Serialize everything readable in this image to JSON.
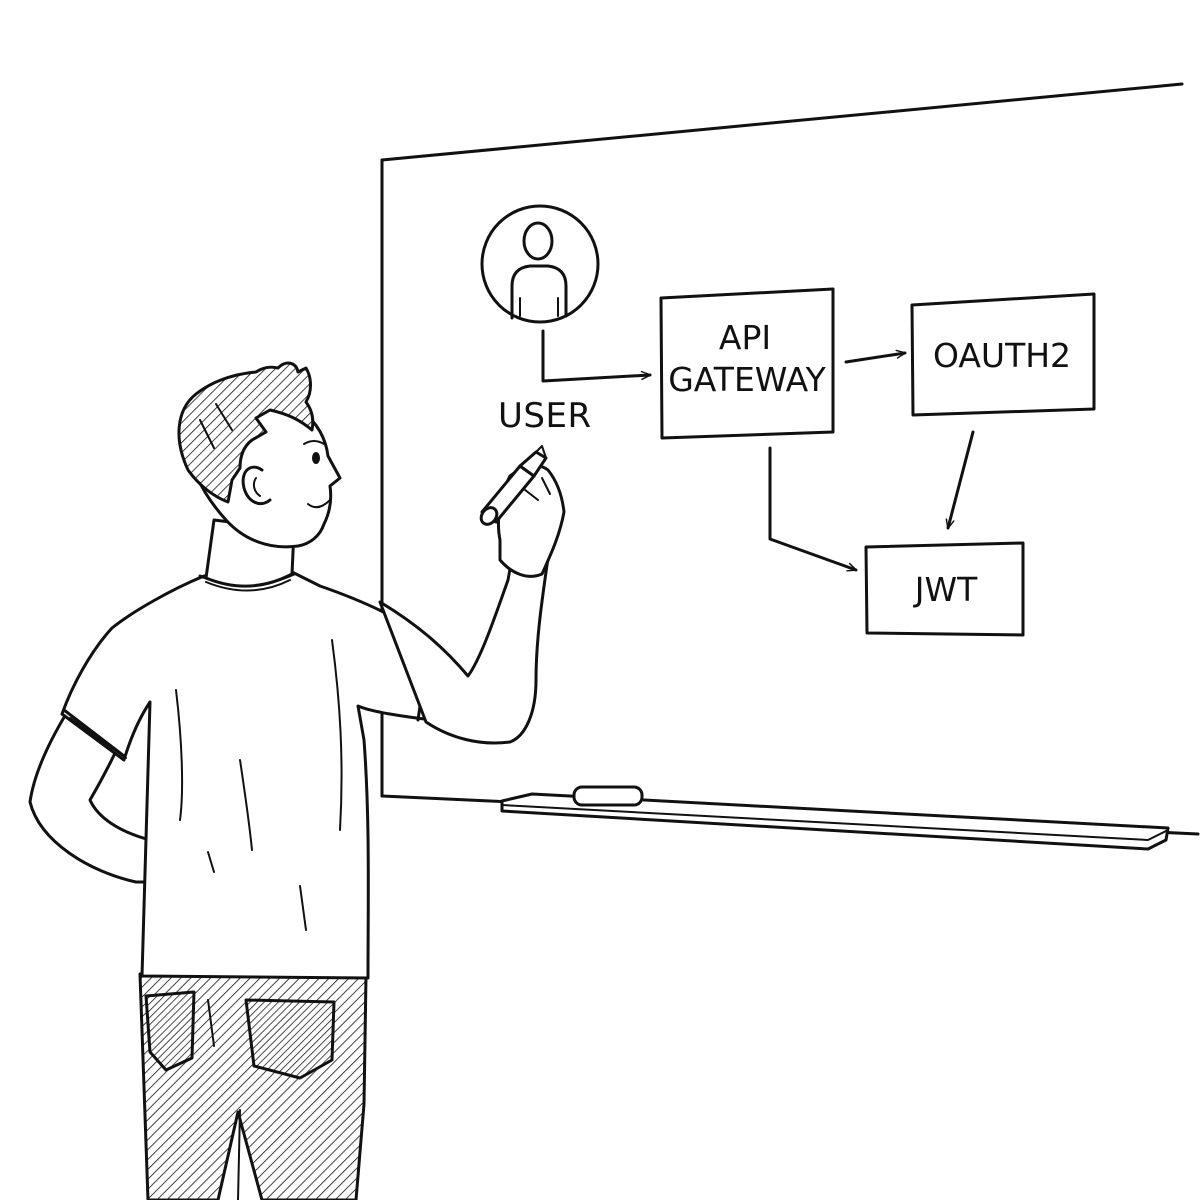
{
  "whiteboard": {
    "user_label": "USER",
    "nodes": {
      "api_gateway_line1": "API",
      "api_gateway_line2": "GATEWAY",
      "oauth2": "OAUTH2",
      "jwt": "JWT"
    },
    "icons": {
      "user": "person-in-circle-icon"
    },
    "edges": [
      {
        "from": "user",
        "to": "api_gateway"
      },
      {
        "from": "api_gateway",
        "to": "oauth2"
      },
      {
        "from": "oauth2",
        "to": "jwt"
      },
      {
        "from": "api_gateway",
        "to": "jwt"
      }
    ]
  },
  "colors": {
    "ink": "#111111",
    "paper": "#ffffff"
  }
}
